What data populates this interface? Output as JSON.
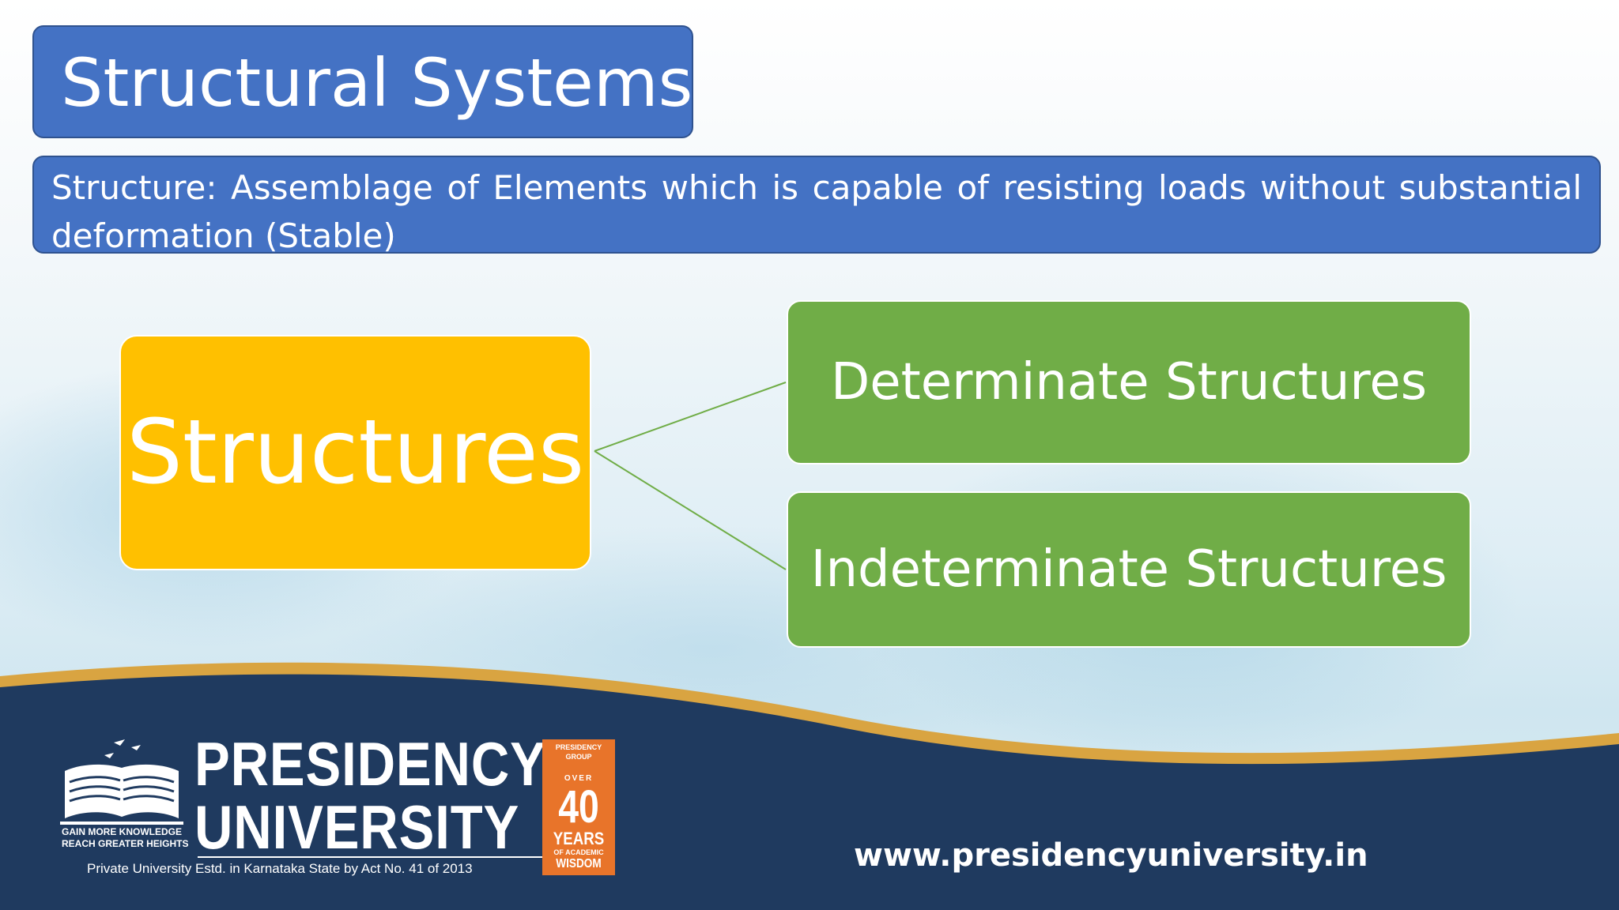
{
  "title": "Structural Systems",
  "definition": "Structure: Assemblage of Elements which is capable of resisting loads without substantial deformation (Stable)",
  "diagram": {
    "root": "Structures",
    "children": [
      {
        "label": "Determinate Structures"
      },
      {
        "label": "Indeterminate Structures"
      }
    ]
  },
  "colors": {
    "title_box": "#4472c4",
    "root_box": "#ffc000",
    "child_box": "#70ad47",
    "connector": "#70ad47",
    "footer_navy": "#1f3a5f",
    "footer_gold": "#d9a441",
    "badge": "#e8742a"
  },
  "footer": {
    "logo": {
      "name_line1": "PRESIDENCY",
      "name_line2": "UNIVERSITY",
      "tagline_line1": "GAIN MORE KNOWLEDGE",
      "tagline_line2": "REACH GREATER HEIGHTS",
      "estd": "Private University Estd. in Karnataka State by Act No. 41 of 2013",
      "icon": "open-book-birds-icon"
    },
    "badge": {
      "line1": "PRESIDENCY GROUP",
      "line2": "OVER",
      "number": "40",
      "line3": "YEARS",
      "line4": "OF ACADEMIC",
      "line5": "WISDOM"
    },
    "website": "www.presidencyuniversity.in"
  }
}
